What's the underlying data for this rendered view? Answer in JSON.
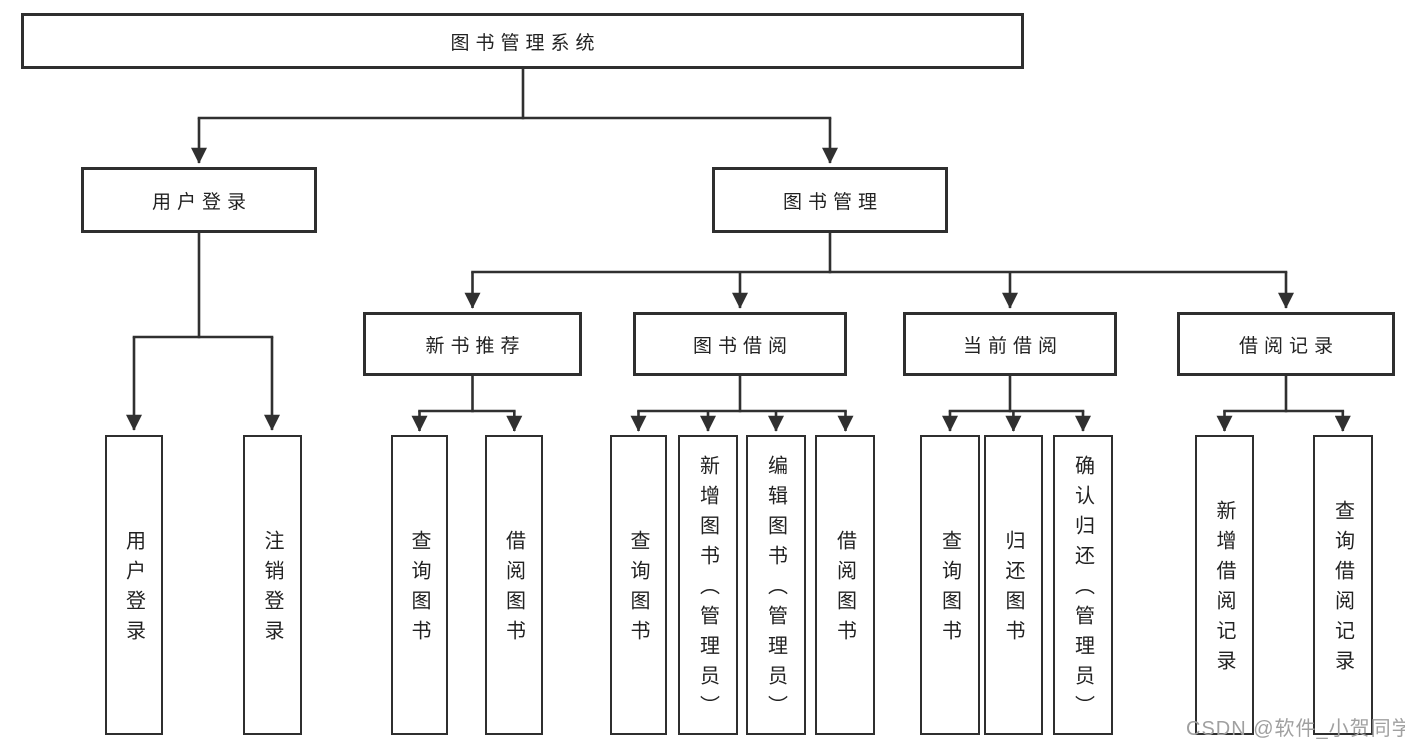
{
  "tree": {
    "label": "图书管理系统",
    "children": [
      {
        "label": "用户登录",
        "children": [
          {
            "label": "用户登录"
          },
          {
            "label": "注销登录"
          }
        ]
      },
      {
        "label": "图书管理",
        "children": [
          {
            "label": "新书推荐",
            "children": [
              {
                "label": "查询图书"
              },
              {
                "label": "借阅图书"
              }
            ]
          },
          {
            "label": "图书借阅",
            "children": [
              {
                "label": "查询图书"
              },
              {
                "label": "新增图书（管理员）"
              },
              {
                "label": "编辑图书（管理员）"
              },
              {
                "label": "借阅图书"
              }
            ]
          },
          {
            "label": "当前借阅",
            "children": [
              {
                "label": "查询图书"
              },
              {
                "label": "归还图书"
              },
              {
                "label": "确认归还（管理员）"
              }
            ]
          },
          {
            "label": "借阅记录",
            "children": [
              {
                "label": "新增借阅记录"
              },
              {
                "label": "查询借阅记录"
              }
            ]
          }
        ]
      }
    ]
  },
  "watermark": {
    "text": "CSDN @软件_小贺同学"
  },
  "colors": {
    "line": "#303030",
    "box_border": "#2f2f2f",
    "text": "#222222",
    "watermark": "#a0a0a0",
    "background": "#ffffff"
  }
}
